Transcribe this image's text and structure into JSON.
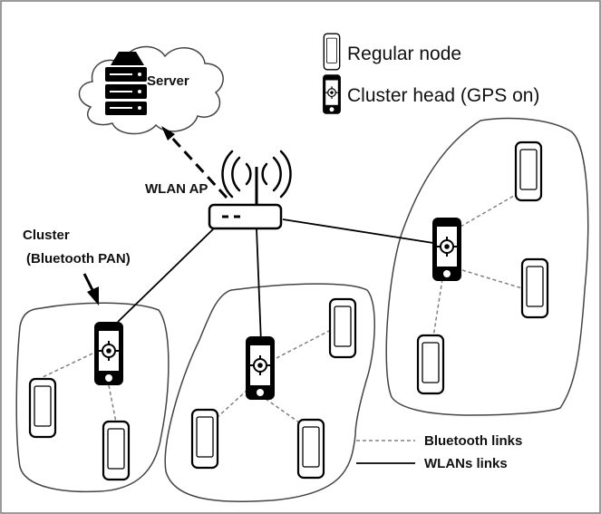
{
  "legend": {
    "regular_node": "Regular node",
    "cluster_head": "Cluster head (GPS on)"
  },
  "labels": {
    "server": "Server",
    "wlan_ap": "WLAN AP",
    "cluster_title": "Cluster",
    "cluster_subtitle": "(Bluetooth PAN)",
    "bluetooth_links": "Bluetooth links",
    "wlan_links": "WLANs links"
  },
  "icons": {
    "server": "server-icon",
    "cloud": "cloud-icon",
    "access_point": "wifi-router-icon",
    "regular_node": "phone-icon",
    "cluster_head": "gps-phone-icon"
  },
  "colors": {
    "line": "#000000",
    "bluetooth": "#808080",
    "cloud_fill": "#ffffff",
    "frame": "#7a7a7a"
  }
}
